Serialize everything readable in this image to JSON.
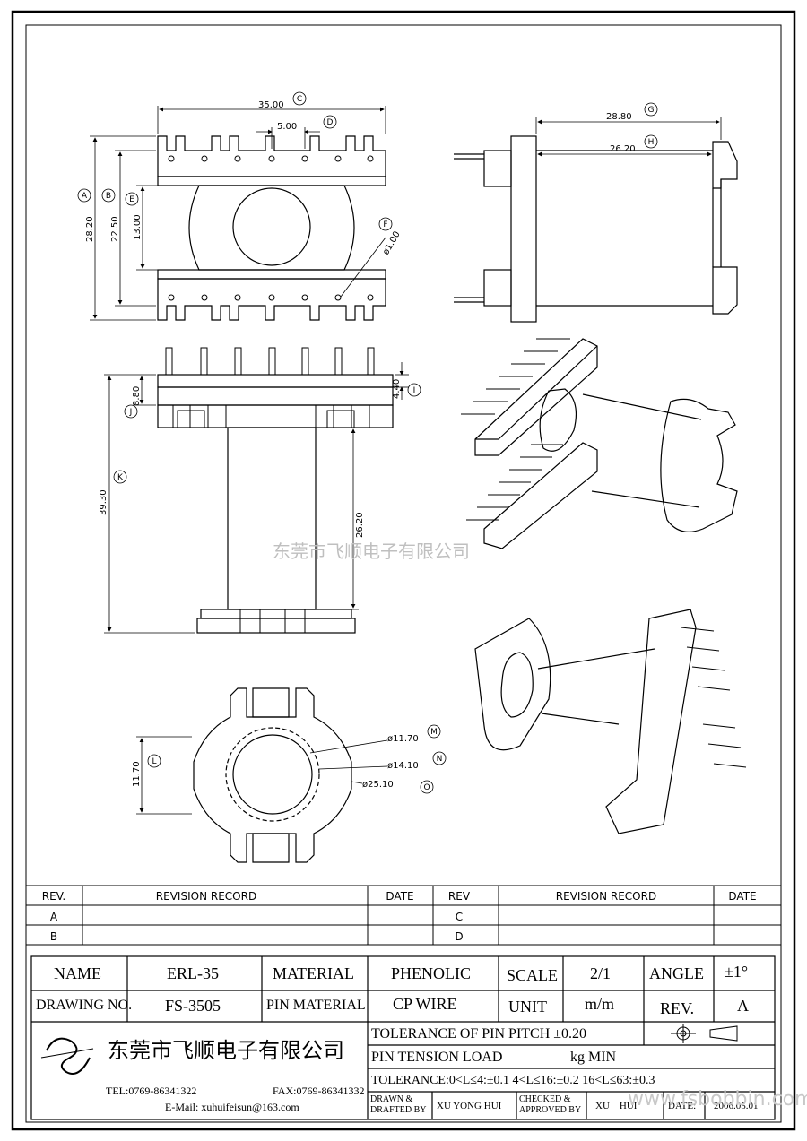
{
  "watermark": "东莞市飞顺电子有限公司",
  "site_watermark": "www.fsbobbin.com",
  "dimensions": {
    "top_width": "35.00",
    "pin_pitch": "5.00",
    "height_a": "28.20",
    "height_b": "22.50",
    "height_e": "13.00",
    "pin_dia": "ø1.00",
    "side_g": "28.80",
    "side_h": "26.20",
    "flange_i": "4.40",
    "flange_j": "8.80",
    "total_k": "39.30",
    "core_len": "26.20",
    "slot_l": "11.70",
    "dia_m": "ø11.70",
    "dia_n": "ø14.10",
    "dia_o": "ø25.10"
  },
  "callouts": [
    "A",
    "B",
    "C",
    "D",
    "E",
    "F",
    "G",
    "H",
    "I",
    "J",
    "K",
    "L",
    "M",
    "N",
    "O"
  ],
  "revision": {
    "headers": [
      "REV.",
      "REVISION RECORD",
      "DATE",
      "REV",
      "REVISION RECORD",
      "DATE"
    ],
    "rows": [
      [
        "A",
        "",
        "",
        "C",
        "",
        ""
      ],
      [
        "B",
        "",
        "",
        "D",
        "",
        ""
      ]
    ]
  },
  "titleblock": {
    "name_label": "NAME",
    "name_value": "ERL-35",
    "material_label": "MATERIAL",
    "material_value": "PHENOLIC",
    "scale_label": "SCALE",
    "scale_value": "2/1",
    "angle_label": "ANGLE",
    "angle_value": "±1°",
    "drawing_no_label": "DRAWING NO.",
    "drawing_no_value": "FS-3505",
    "pin_material_label": "PIN MATERIAL",
    "pin_material_value": "CP WIRE",
    "unit_label": "UNIT",
    "unit_value": "m/m",
    "rev_label": "REV.",
    "rev_value": "A",
    "company": "东莞市飞顺电子有限公司",
    "pin_pitch_tol": "TOLERANCE OF PIN PITCH ±0.20",
    "pin_tension": "PIN TENSION  LOAD",
    "pin_tension_unit": "kg MIN",
    "tolerance": "TOLERANCE:0<L≤4:±0.1  4<L≤16:±0.2  16<L≤63:±0.3",
    "tel": "TEL:0769-86341322",
    "fax": "FAX:0769-86341332",
    "email": "E-Mail: xuhuifeisun@163.com",
    "drawn_label": "DRAWN & DRAFTED BY",
    "drawn_value": "XU YONG HUI",
    "checked_label": "CHECKED & APPROVED BY",
    "checked_value": "XU    HUI",
    "date_label": "DATE:",
    "date_value": "2006.05.01"
  }
}
